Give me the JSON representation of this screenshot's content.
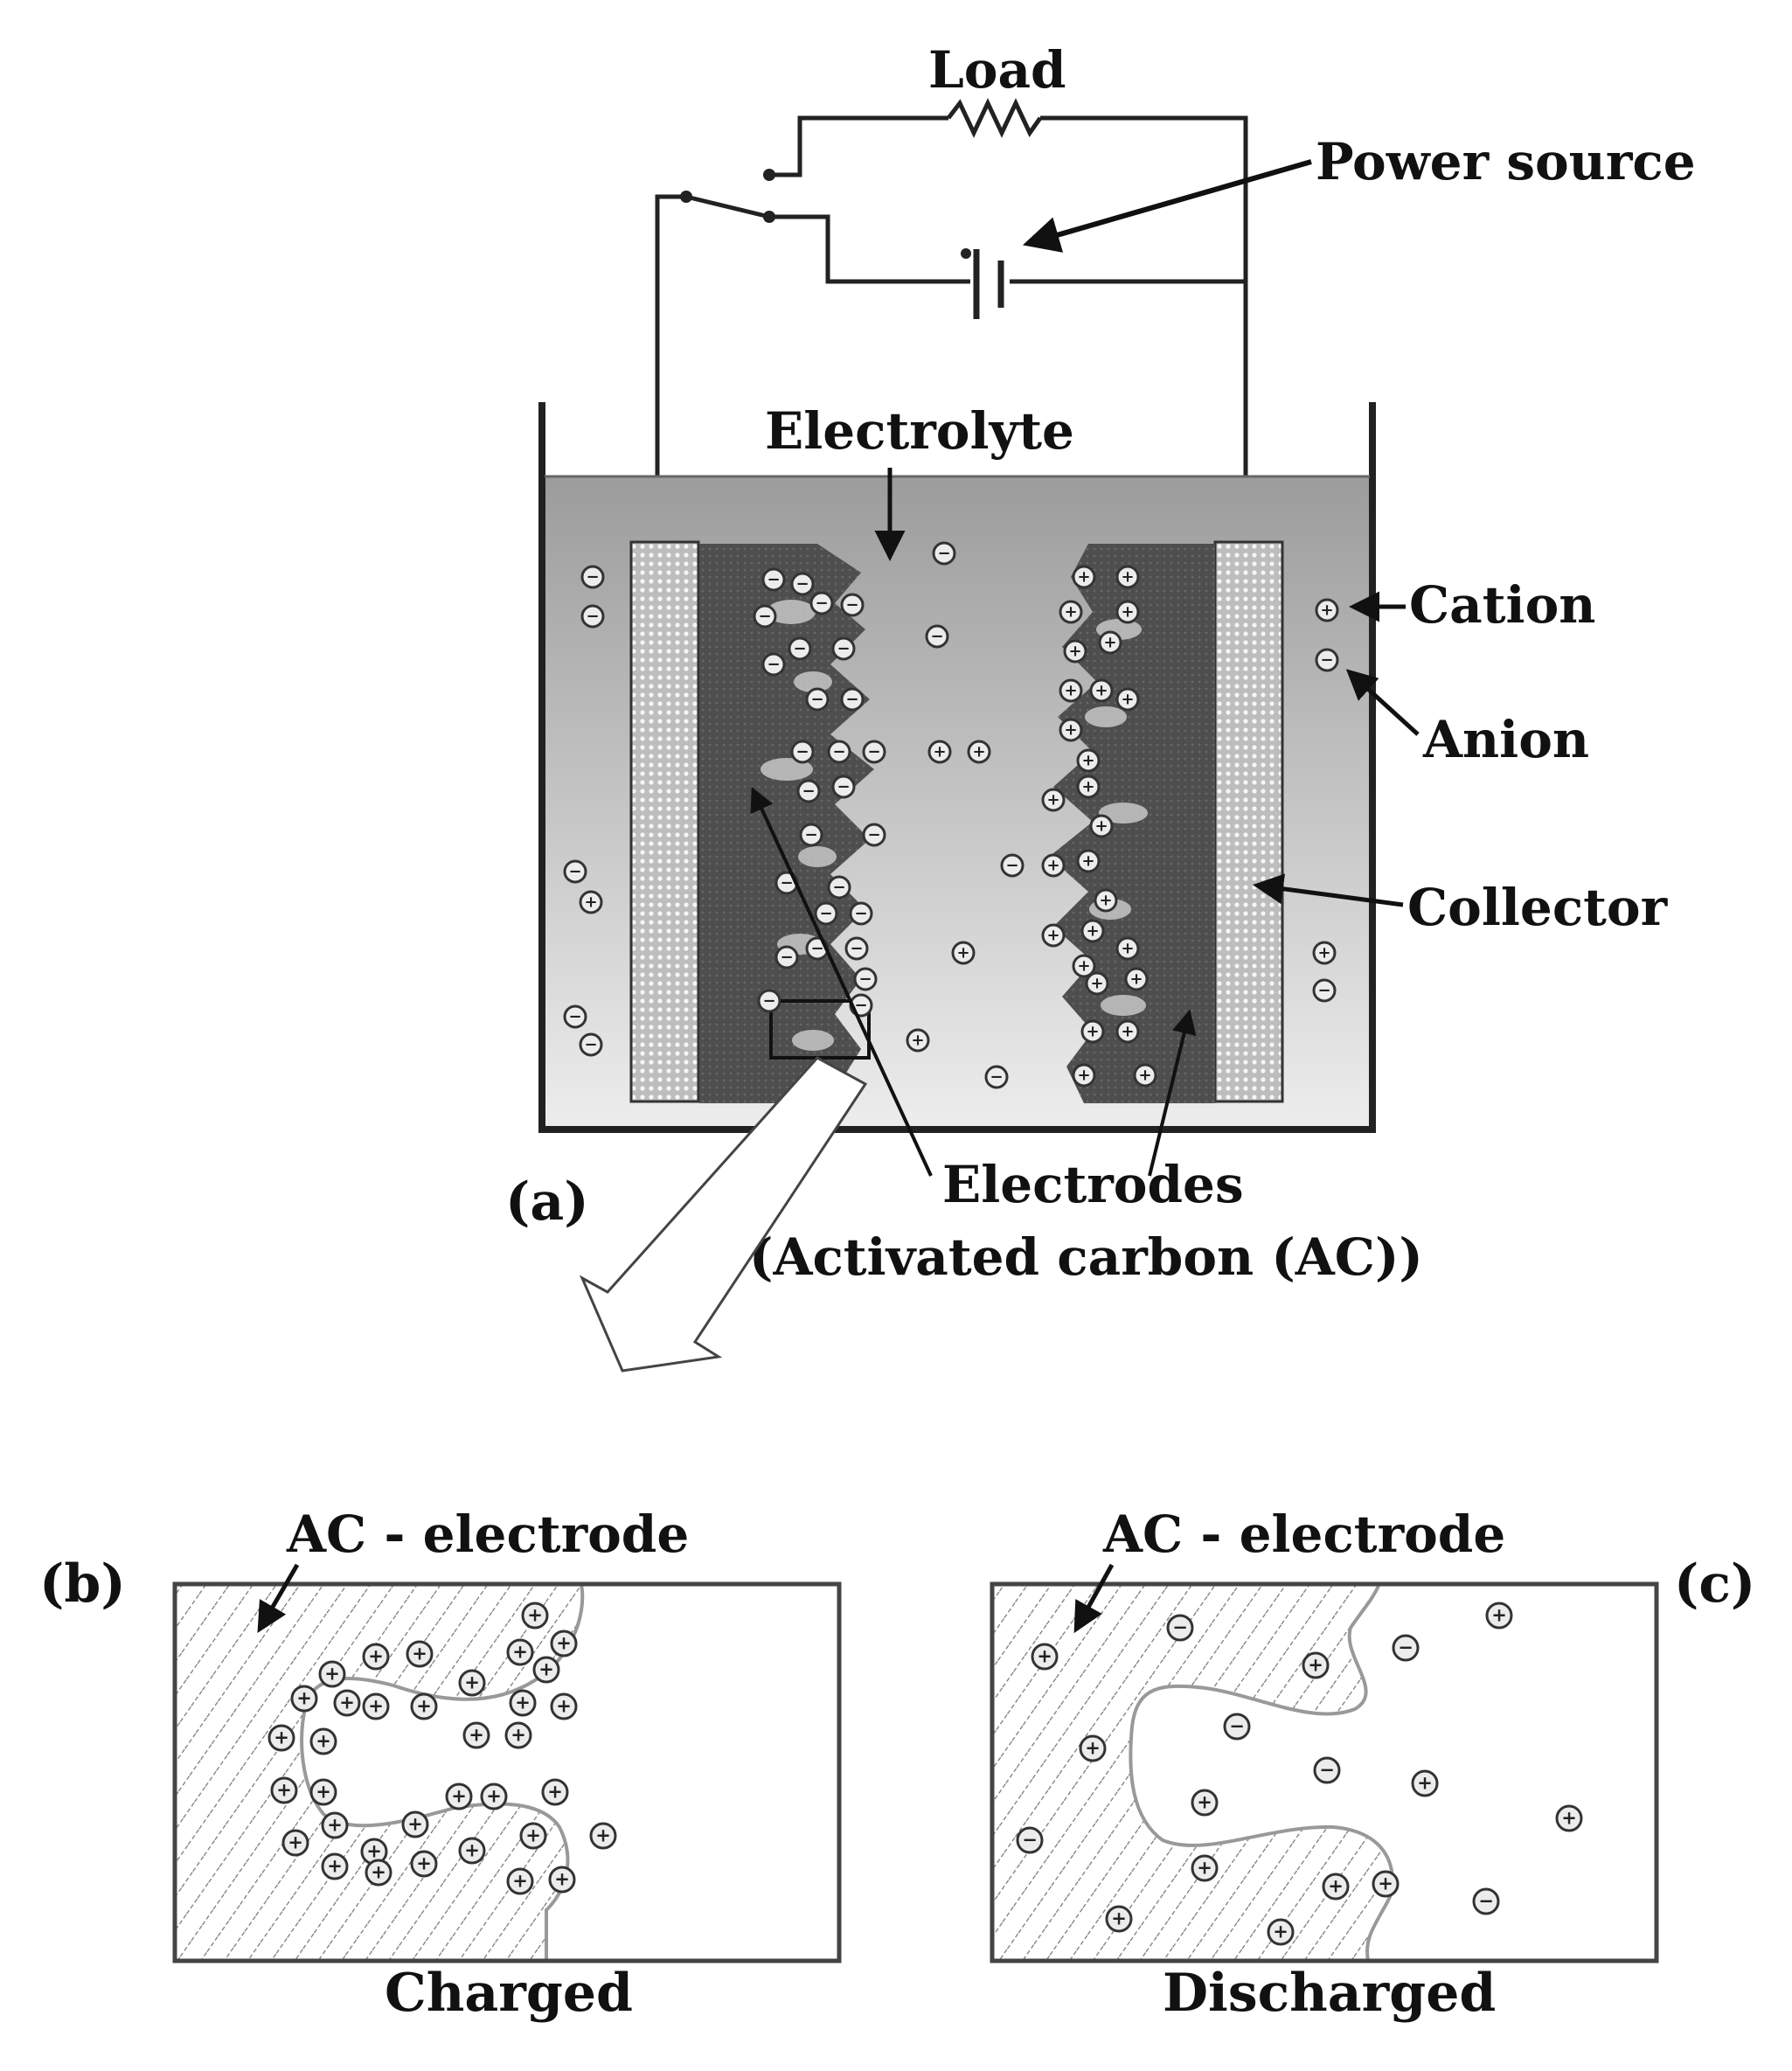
{
  "labels": {
    "load": "Load",
    "power_source": "Power source",
    "electrolyte": "Electrolyte",
    "cation": "Cation",
    "anion": "Anion",
    "collector": "Collector",
    "electrodes_line1": "Electrodes",
    "electrodes_line2": "(Activated carbon (AC))",
    "panel_a": "(a)",
    "panel_b": "(b)",
    "panel_c": "(c)",
    "ac_electrode_b": "AC - electrode",
    "ac_electrode_c": "AC - electrode",
    "charged": "Charged",
    "discharged": "Discharged"
  },
  "colors": {
    "outline": "#2a2a2a",
    "electrode_fill": "#4a4a4a",
    "electrolyte_top": "#9c9c9c",
    "electrolyte_bottom": "#ededed",
    "collector_fill": "#cfcfcf",
    "ion_fill": "#e8e8e8"
  },
  "ion_symbols": {
    "cation": "+",
    "anion": "−"
  }
}
